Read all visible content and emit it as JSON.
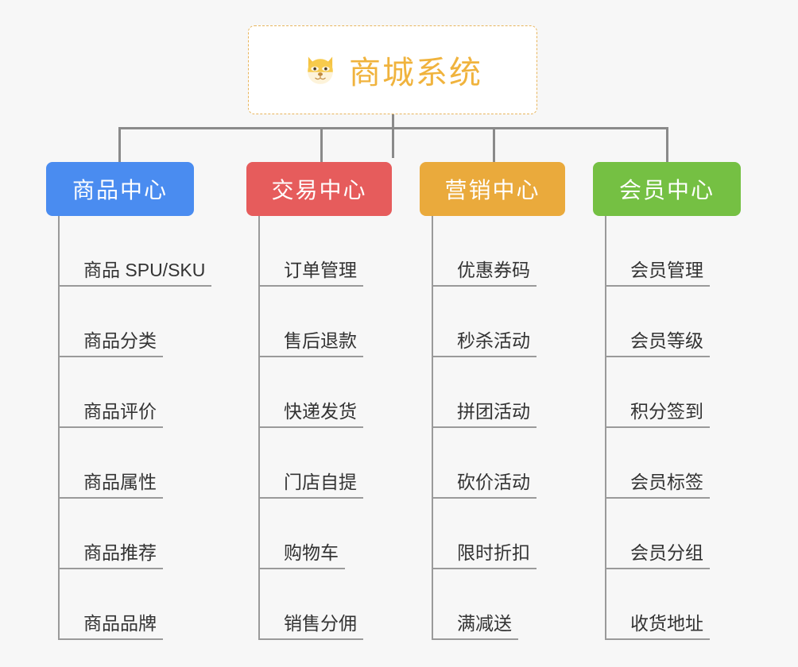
{
  "diagram": {
    "type": "mind-map",
    "background_color": "#f7f7f7",
    "root": {
      "title": "商城系统",
      "icon": "dog-face-icon",
      "text_color": "#f0b33d",
      "border_color": "#e8b55c",
      "background_color": "#ffffff"
    },
    "connector_color": "#8a8a8a",
    "branches": [
      {
        "label": "商品中心",
        "color": "#4a8cf0",
        "items": [
          "商品 SPU/SKU",
          "商品分类",
          "商品评价",
          "商品属性",
          "商品推荐",
          "商品品牌"
        ]
      },
      {
        "label": "交易中心",
        "color": "#e65c5c",
        "items": [
          "订单管理",
          "售后退款",
          "快递发货",
          "门店自提",
          "购物车",
          "销售分佣"
        ]
      },
      {
        "label": "营销中心",
        "color": "#eaaa3c",
        "items": [
          "优惠券码",
          "秒杀活动",
          "拼团活动",
          "砍价活动",
          "限时折扣",
          "满减送"
        ]
      },
      {
        "label": "会员中心",
        "color": "#75c043",
        "items": [
          "会员管理",
          "会员等级",
          "积分签到",
          "会员标签",
          "会员分组",
          "收货地址"
        ]
      }
    ]
  }
}
